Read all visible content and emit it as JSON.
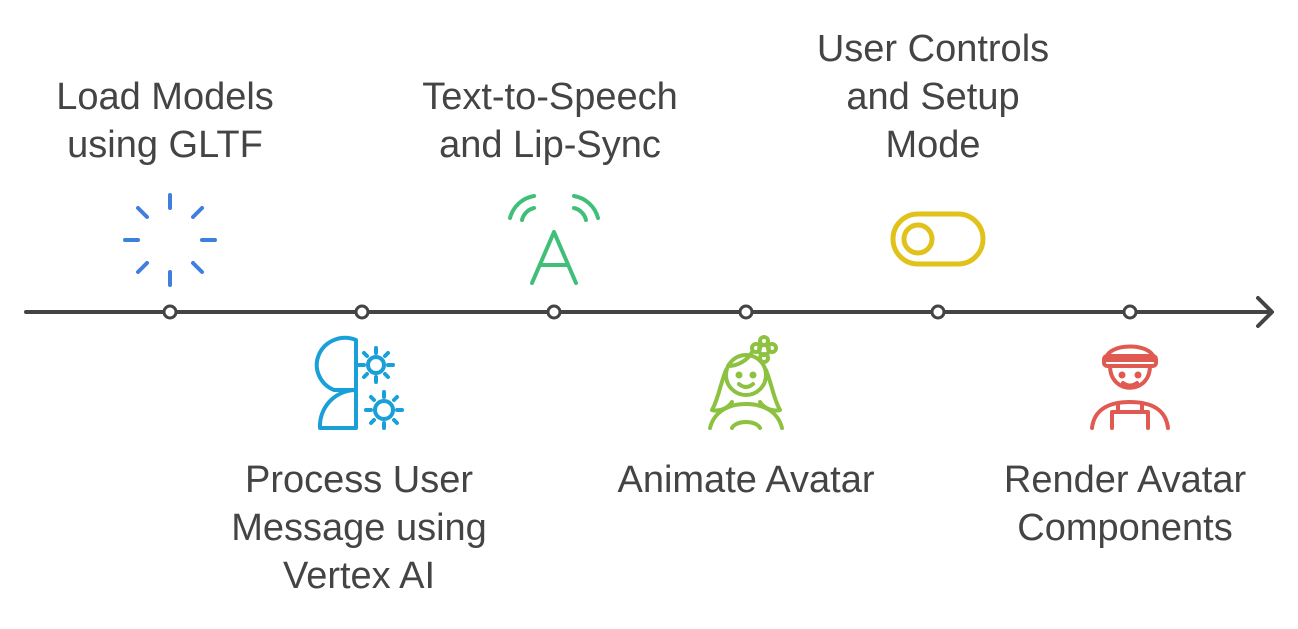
{
  "timeline": {
    "line_color": "#444444",
    "steps": [
      {
        "label": "Load Models\nusing GLTF",
        "position": "top",
        "icon": "loading-spinner-icon",
        "color": "#3f7fdd"
      },
      {
        "label": "Process User\nMessage using\nVertex AI",
        "position": "bottom",
        "icon": "head-gears-icon",
        "color": "#1aa0d8"
      },
      {
        "label": "Text-to-Speech\nand Lip-Sync",
        "position": "top",
        "icon": "broadcast-a-icon",
        "color": "#3fbf78"
      },
      {
        "label": "Animate Avatar",
        "position": "bottom",
        "icon": "girl-avatar-icon",
        "color": "#8cc23f"
      },
      {
        "label": "User Controls\nand Setup\nMode",
        "position": "top",
        "icon": "toggle-switch-icon",
        "color": "#e0c21a"
      },
      {
        "label": "Render Avatar\nComponents",
        "position": "bottom",
        "icon": "worker-avatar-icon",
        "color": "#e05a52"
      }
    ]
  }
}
